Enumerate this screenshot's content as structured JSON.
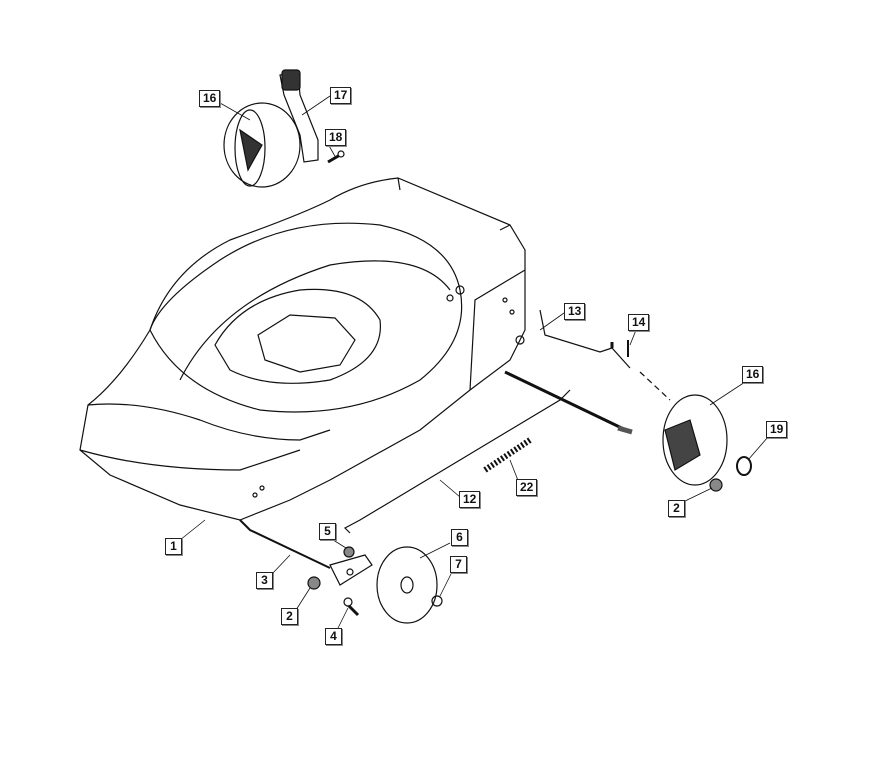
{
  "diagram": {
    "callouts": [
      {
        "id": "callout-16-top",
        "text": "16"
      },
      {
        "id": "callout-17",
        "text": "17"
      },
      {
        "id": "callout-18",
        "text": "18"
      },
      {
        "id": "callout-13",
        "text": "13"
      },
      {
        "id": "callout-14",
        "text": "14"
      },
      {
        "id": "callout-16-right",
        "text": "16"
      },
      {
        "id": "callout-19",
        "text": "19"
      },
      {
        "id": "callout-2-right",
        "text": "2"
      },
      {
        "id": "callout-22",
        "text": "22"
      },
      {
        "id": "callout-12",
        "text": "12"
      },
      {
        "id": "callout-1",
        "text": "1"
      },
      {
        "id": "callout-3",
        "text": "3"
      },
      {
        "id": "callout-5",
        "text": "5"
      },
      {
        "id": "callout-6",
        "text": "6"
      },
      {
        "id": "callout-7",
        "text": "7"
      },
      {
        "id": "callout-2-left",
        "text": "2"
      },
      {
        "id": "callout-4",
        "text": "4"
      }
    ]
  }
}
